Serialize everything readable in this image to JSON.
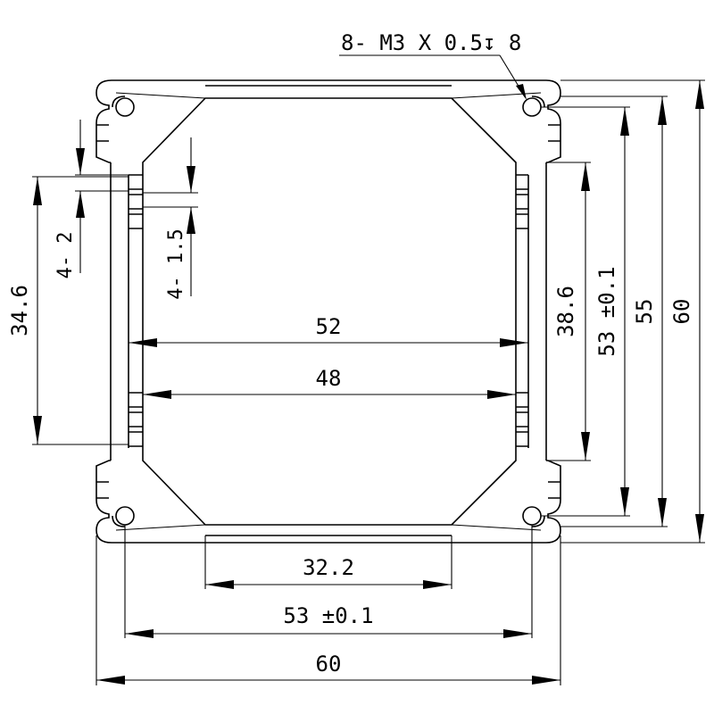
{
  "callout": {
    "thread_note": "8- M3 X 0.5↧ 8"
  },
  "dimensions": {
    "bottom_inner_width": "32.2",
    "bottom_hole_spacing": "53 ±0.1",
    "bottom_overall_width": "60",
    "inner_width_upper": "52",
    "inner_width_lower": "48",
    "right_inner_height": "38.6",
    "right_hole_spacing": "53 ±0.1",
    "right_mid_height": "55",
    "right_overall_height": "60",
    "left_slot_height": "34.6",
    "fin_spacing": "4- 2",
    "fin_width": "4- 1.5"
  }
}
